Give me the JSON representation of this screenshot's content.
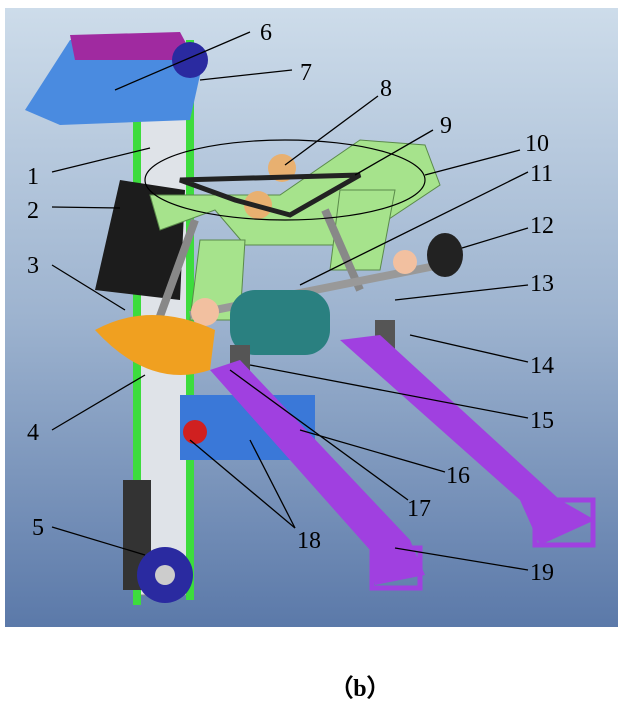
{
  "figure": {
    "callouts": [
      "1",
      "2",
      "3",
      "4",
      "5",
      "6",
      "7",
      "8",
      "9",
      "10",
      "11",
      "12",
      "13",
      "14",
      "15",
      "16",
      "17",
      "18",
      "19"
    ],
    "caption": "（b）"
  }
}
